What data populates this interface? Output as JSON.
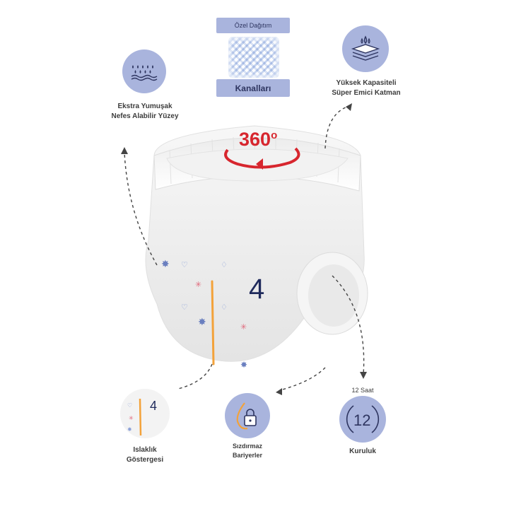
{
  "features": {
    "channels_top_label": "Özel Dağıtım",
    "channels_bottom_label": "Kanalları",
    "surface_line1": "Ekstra Yumuşak",
    "surface_line2": "Nefes Alabilir Yüzey",
    "capacity_line1": "Yüksek Kapasiteli",
    "capacity_line2": "Süper Emici Katman",
    "wetness_line1": "Islaklık",
    "wetness_line2": "Göstergesi",
    "barrier_line1": "Sızdırmaz",
    "barrier_line2": "Bariyerler",
    "dryness_top": "12 Saat",
    "dryness_bottom": "Kuruluk"
  },
  "product": {
    "size_number": "4",
    "rotation_label": "360",
    "rotation_degree": "o",
    "hours_number": "12"
  },
  "colors": {
    "icon_circle": "#a9b4dd",
    "icon_dark": "#2e3560",
    "rotation_red": "#d7262e",
    "indicator_orange": "#f3a23a",
    "size_navy": "#1f2a5c"
  },
  "icons": [
    "water-drops-icon",
    "layers-icon",
    "lock-drop-icon",
    "mesh-channel-icon"
  ]
}
